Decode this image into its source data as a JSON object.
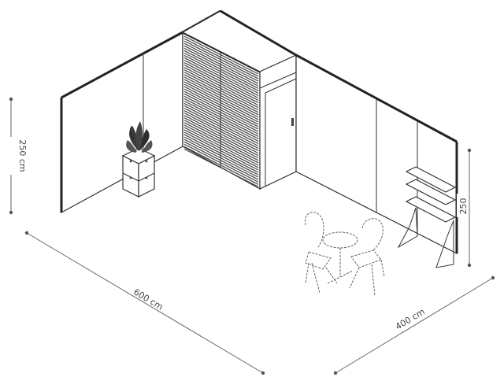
{
  "dimensions": {
    "height_left": "250 cm",
    "width_front": "600 cm",
    "depth_right": "400 cm",
    "height_right": "250"
  },
  "colors": {
    "line": "#333333",
    "dimension": "#666666",
    "background": "#ffffff"
  }
}
